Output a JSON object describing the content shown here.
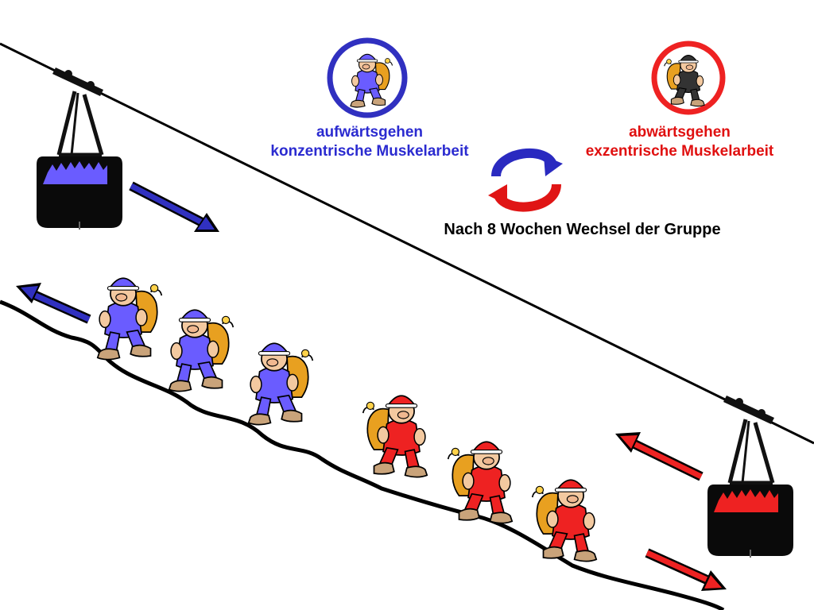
{
  "labels": {
    "uphill": {
      "line1": "aufwärtsgehen",
      "line2": "konzentrische Muskelarbeit"
    },
    "downhill": {
      "line1": "abwärtsgehen",
      "line2": "exzentrische Muskelarbeit"
    },
    "switch_note": "Nach 8 Wochen Wechsel der Gruppe"
  },
  "colors": {
    "uphill_group": "#6a5cff",
    "uphill_text": "#2b2bd0",
    "downhill_group": "#ee2222",
    "downhill_text": "#e01010",
    "cable": "#000000",
    "gondola": "#000000"
  },
  "icons": {
    "cycle": "two-arrow-cycle-icon",
    "gondola": "cable-car-icon",
    "hiker": "hiker-with-backpack-icon"
  }
}
